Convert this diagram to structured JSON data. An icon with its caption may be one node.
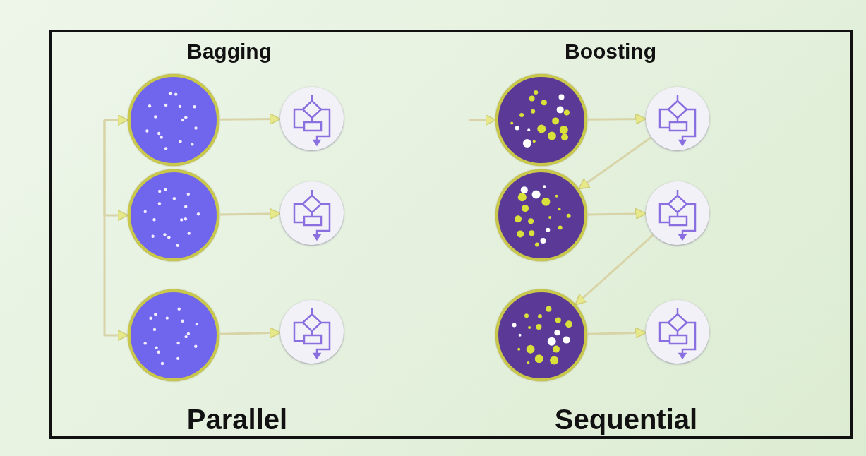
{
  "diagram": {
    "nodes": [
      {
        "text": [],
        "shape": "circle"
      },
      {
        "text": [],
        "shape": "circle"
      },
      {
        "text": [],
        "shape": "circle"
      },
      {
        "text": [],
        "shape": "circle"
      },
      {
        "text": [],
        "shape": "circle"
      },
      {
        "text": [],
        "shape": "circle"
      },
      {
        "text": [],
        "shape": "circle"
      },
      {
        "text": [],
        "shape": "circle"
      },
      {
        "text": [],
        "shape": "circle"
      },
      {
        "text": [],
        "shape": "circle"
      },
      {
        "text": [],
        "shape": "circle"
      },
      {
        "text": [],
        "shape": "circle"
      }
    ],
    "edges": [
      {
        "from": null,
        "to": 0,
        "arrow": "to"
      },
      {
        "from": null,
        "to": 2,
        "arrow": "to"
      },
      {
        "from": null,
        "to": 4,
        "arrow": "to"
      },
      {
        "from": 0,
        "to": 1,
        "arrow": "to"
      },
      {
        "from": 2,
        "to": 3,
        "arrow": "to"
      },
      {
        "from": 4,
        "to": 5,
        "arrow": "to"
      },
      {
        "from": null,
        "to": 6,
        "arrow": "to"
      },
      {
        "from": 6,
        "to": 7,
        "arrow": "to"
      },
      {
        "from": 7,
        "to": 8,
        "arrow": "to"
      },
      {
        "from": 8,
        "to": 9,
        "arrow": "to"
      },
      {
        "from": 9,
        "to": 10,
        "arrow": "to"
      },
      {
        "from": 10,
        "to": 11,
        "arrow": "to"
      }
    ],
    "labels": [
      "Bagging",
      "Boosting",
      "Parallel",
      "Sequential"
    ]
  }
}
